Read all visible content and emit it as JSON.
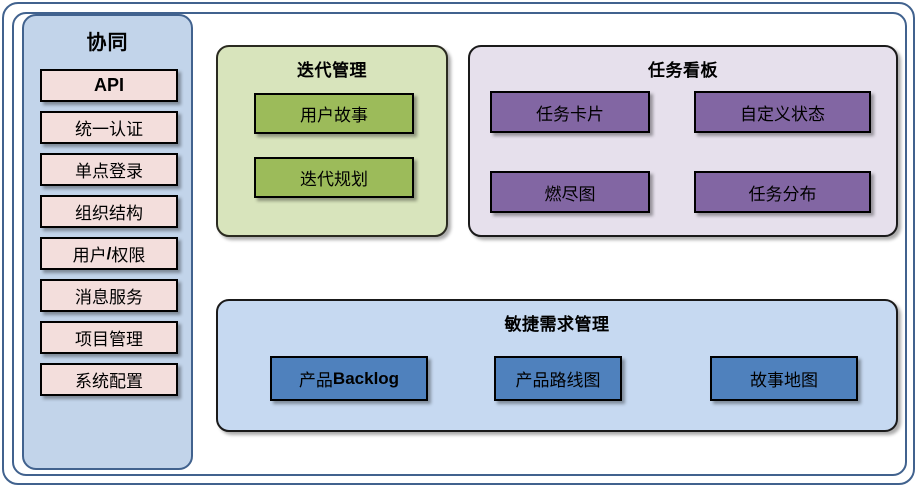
{
  "sidebar": {
    "title": "协同",
    "items": [
      {
        "label": "API",
        "style": "bold"
      },
      {
        "label": "统一认证",
        "style": "normal"
      },
      {
        "label": "单点登录",
        "style": "normal"
      },
      {
        "label": "组织结构",
        "style": "normal"
      },
      {
        "label": "用户/权限",
        "style": "normal"
      },
      {
        "label": "消息服务",
        "style": "normal"
      },
      {
        "label": "项目管理",
        "style": "normal"
      },
      {
        "label": "系统配置",
        "style": "normal"
      }
    ]
  },
  "panels": {
    "iteration": {
      "title": "迭代管理",
      "fill": "#D8E4BC",
      "item_fill": "#9CBB5A",
      "items": [
        {
          "label": "用户故事"
        },
        {
          "label": "迭代规划"
        }
      ]
    },
    "taskboard": {
      "title": "任务看板",
      "fill": "#E6E0EC",
      "item_fill": "#8266A3",
      "items": [
        {
          "label": "任务卡片"
        },
        {
          "label": "自定义状态"
        },
        {
          "label": "燃尽图"
        },
        {
          "label": "任务分布"
        }
      ]
    },
    "agile": {
      "title": "敏捷需求管理",
      "fill": "#C6D9F1",
      "item_fill": "#4F81BD",
      "items": [
        {
          "label": "产品Backlog"
        },
        {
          "label": "产品路线图"
        },
        {
          "label": "故事地图"
        }
      ]
    }
  },
  "colors": {
    "frame_border": "#41628E",
    "sidebar_fill": "#C2D4EA",
    "sidebar_item_fill": "#F3DEDC",
    "box_border": "#000000"
  }
}
